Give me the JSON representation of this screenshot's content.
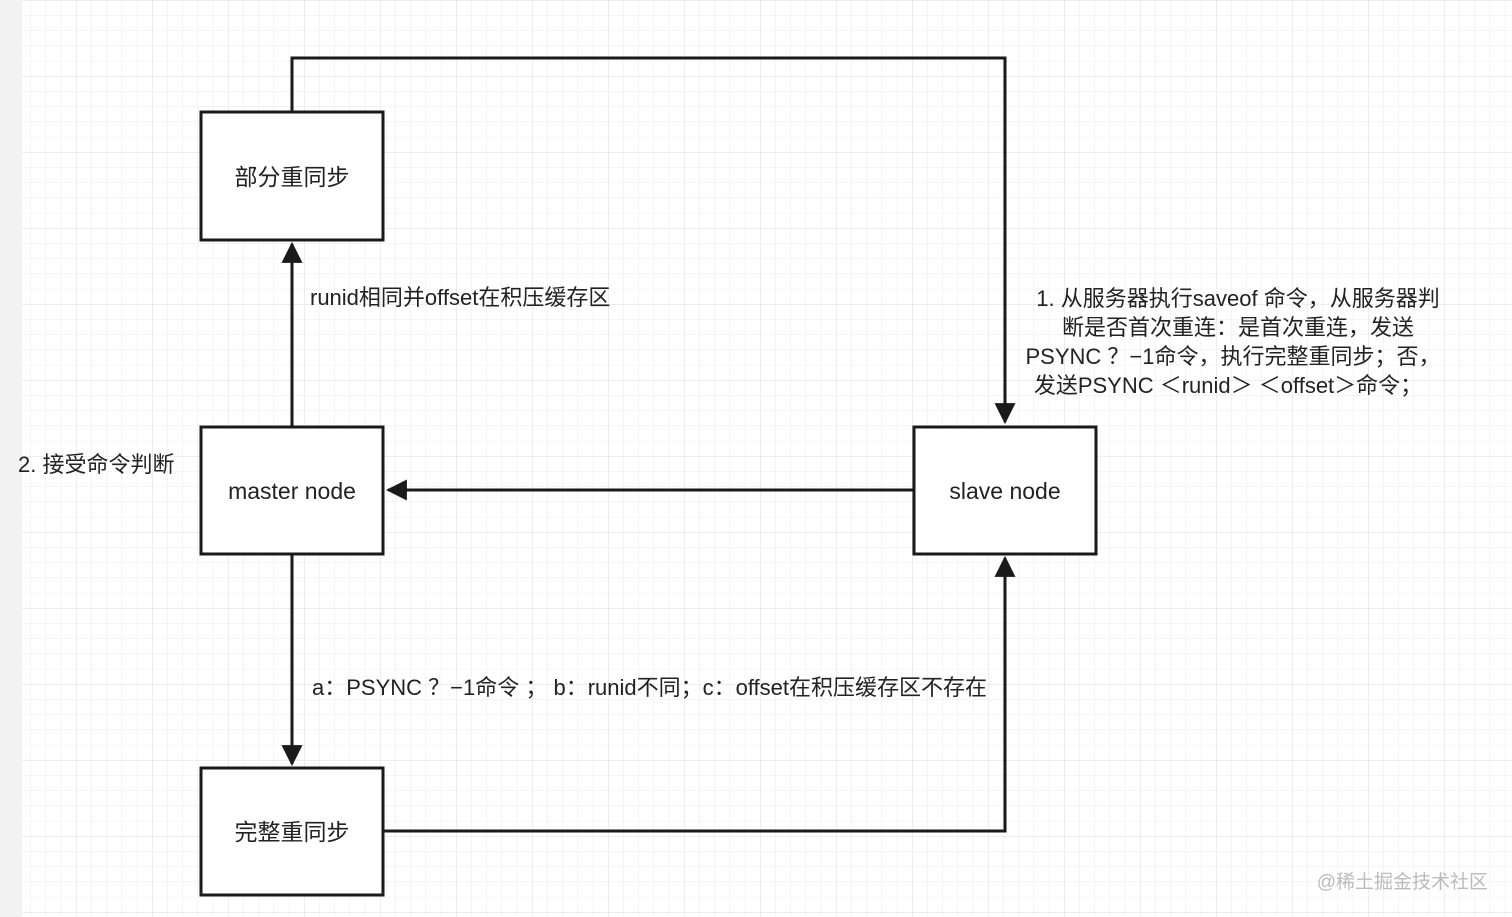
{
  "nodes": {
    "partial_resync": "部分重同步",
    "master": "master node",
    "slave": "slave node",
    "full_resync": "完整重同步"
  },
  "labels": {
    "partial_condition": "runid相同并offset在积压缓存区",
    "master_judge": "2. 接受命令判断",
    "full_condition": "a：PSYNC ？−1命令 ； b：runid不同；c：offset在积压缓存区不存在",
    "slave_desc": [
      "1. 从服务器执行saveof 命令，从服务器判",
      "断是否首次重连：是首次重连，发送",
      "PSYNC ？−1命令，执行完整重同步；否，",
      "发送PSYNC ＜runid＞ ＜offset＞命令；"
    ]
  },
  "watermark": "@稀土掘金技术社区",
  "colors": {
    "background": "#f2f2f2",
    "grid": "#e2e2e2",
    "stroke": "#1a1a1a",
    "node_fill": "#ffffff",
    "text": "#222222",
    "watermark": "#bbbbbb"
  }
}
